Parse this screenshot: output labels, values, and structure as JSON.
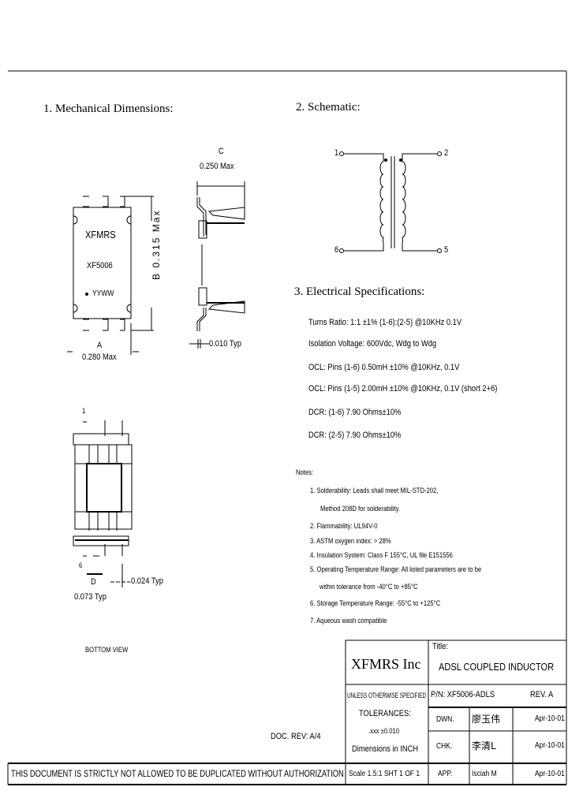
{
  "sections": {
    "mechanical": "1. Mechanical Dimensions:",
    "schematic": "2. Schematic:",
    "electrical": "3. Electrical   Specifications:"
  },
  "mechanical": {
    "marking_brand": "XFMRS",
    "marking_part": "XF5006",
    "marking_date": "YYWW",
    "dim_a_label": "A",
    "dim_a_value": "0.280 Max",
    "dim_b_label": "B",
    "dim_b_value": "0.315 Max",
    "dim_c_label": "C",
    "dim_c_value": "0.250 Max",
    "lead_thickness": "0.010 Typ",
    "pin1_label": "1",
    "pin6_label": "6",
    "dim_d_label": "D",
    "dim_d_value": "0.073 Typ",
    "pad_width": "0.024 Typ",
    "bottom_view": "BOTTOM VIEW"
  },
  "schematic": {
    "pins": [
      "1",
      "2",
      "6",
      "5"
    ]
  },
  "electrical": [
    "Turns Ratio:    1:1 ±1% (1-6):(2-5) @10KHz 0.1V",
    "Isolation Voltage: 600Vdc, Wdg to Wdg",
    "OCL: Pins (1-6) 0.50mH ±10% @10KHz, 0.1V",
    "OCL: Pins (1-5) 2.00mH ±10% @10KHz, 0.1V (short 2+6)",
    "DCR: (1-6) 7.90 Ohms±10%",
    "DCR: (2-5) 7.90 Ohms±10%"
  ],
  "notes": {
    "title": "Notes:",
    "items": [
      "1. Solderability: Leads shall meet MIL-STD-202,",
      "Method 208D for solderability.",
      "2. Flammability: UL94V-0",
      "3. ASTM oxygen index: > 28%",
      "4. Insulation System: Class F 155°C, UL file E151556",
      "5. Operating Temperature Range: All listed parameters are to be",
      "within tolerance from -40°C to +85°C",
      "6. Storage Temperature Range: -55°C to +125°C",
      "7. Aqueous wash compatible"
    ]
  },
  "title_block": {
    "company": "XFMRS Inc",
    "title_label": "Title:",
    "title": "ADSL COUPLED INDUCTOR",
    "unless": "UNLESS OTHERWISE SPECIFIED",
    "pn": "P/N: XF5006-ADLS",
    "rev": "REV. A",
    "tolerances": "TOLERANCES:",
    "tol_value": ".xxx ±0.010",
    "dimensions": "Dimensions in INCH",
    "doc_rev": "DOC. REV: A/4",
    "scale": "Scale 1.5:1  SHT 1 OF 1",
    "rows": [
      {
        "role": "DWN.",
        "name": "廖玉伟",
        "date": "Apr-10-01"
      },
      {
        "role": "CHK.",
        "name": "李清L",
        "date": "Apr-10-01"
      },
      {
        "role": "APP.",
        "name": "Isciah M",
        "date": "Apr-10-01"
      }
    ],
    "disclaimer": "THIS DOCUMENT IS STRICTLY NOT ALLOWED TO BE DUPLICATED WITHOUT AUTHORIZATION"
  }
}
